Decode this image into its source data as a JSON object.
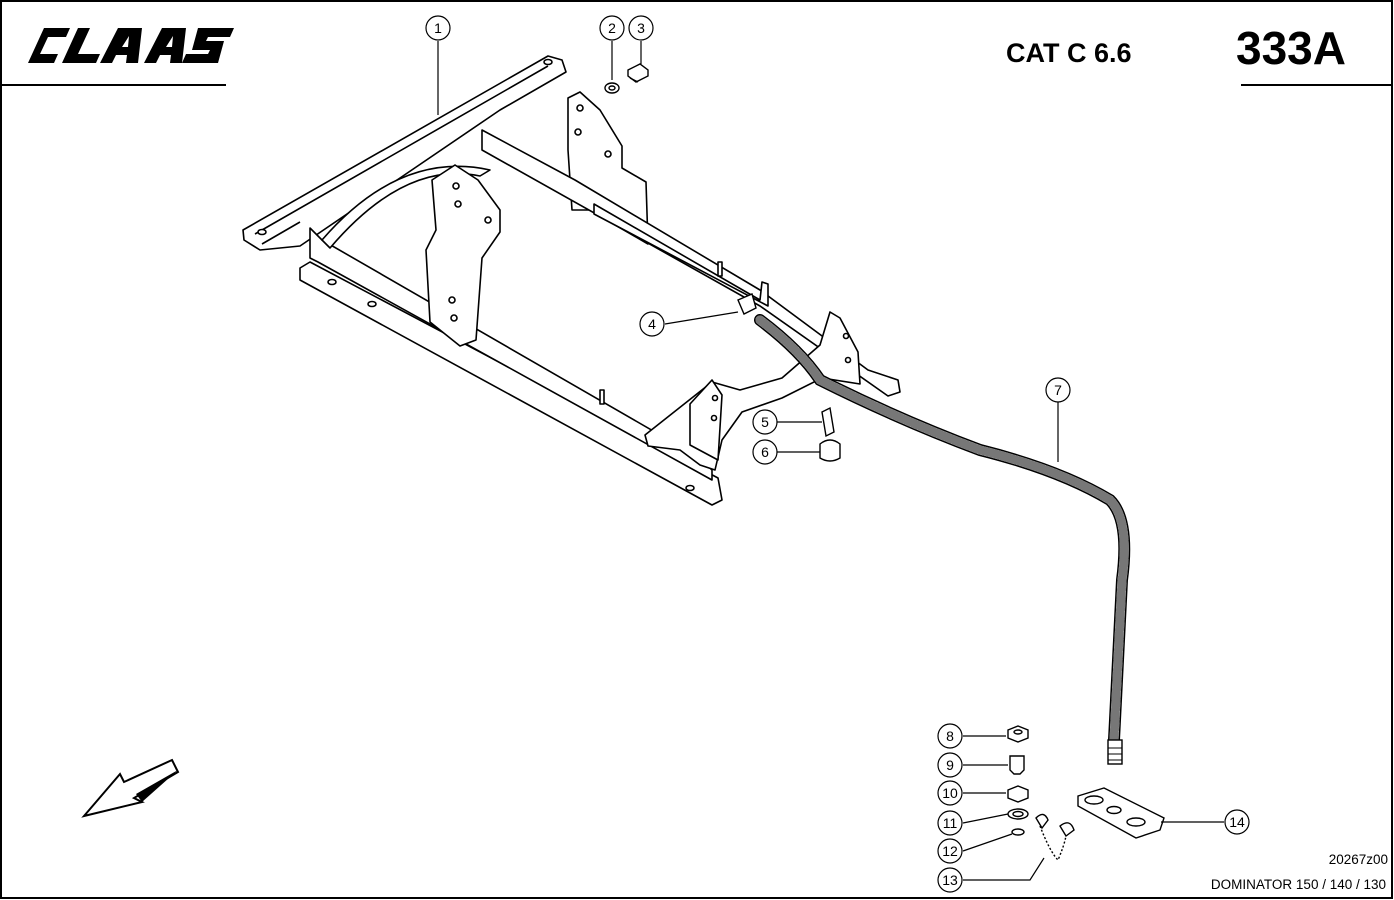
{
  "header": {
    "brand": "CLAAS",
    "engine": "CAT C 6.6",
    "page_code": "333A"
  },
  "footer": {
    "drawing_number": "20267z00",
    "model_range": "DOMINATOR 150 / 140 / 130"
  },
  "callouts": [
    {
      "n": "1"
    },
    {
      "n": "2"
    },
    {
      "n": "3"
    },
    {
      "n": "4"
    },
    {
      "n": "5"
    },
    {
      "n": "6"
    },
    {
      "n": "7"
    },
    {
      "n": "8"
    },
    {
      "n": "9"
    },
    {
      "n": "10"
    },
    {
      "n": "11"
    },
    {
      "n": "12"
    },
    {
      "n": "13"
    },
    {
      "n": "14"
    }
  ],
  "direction_arrow": "arrow-down-left-icon"
}
